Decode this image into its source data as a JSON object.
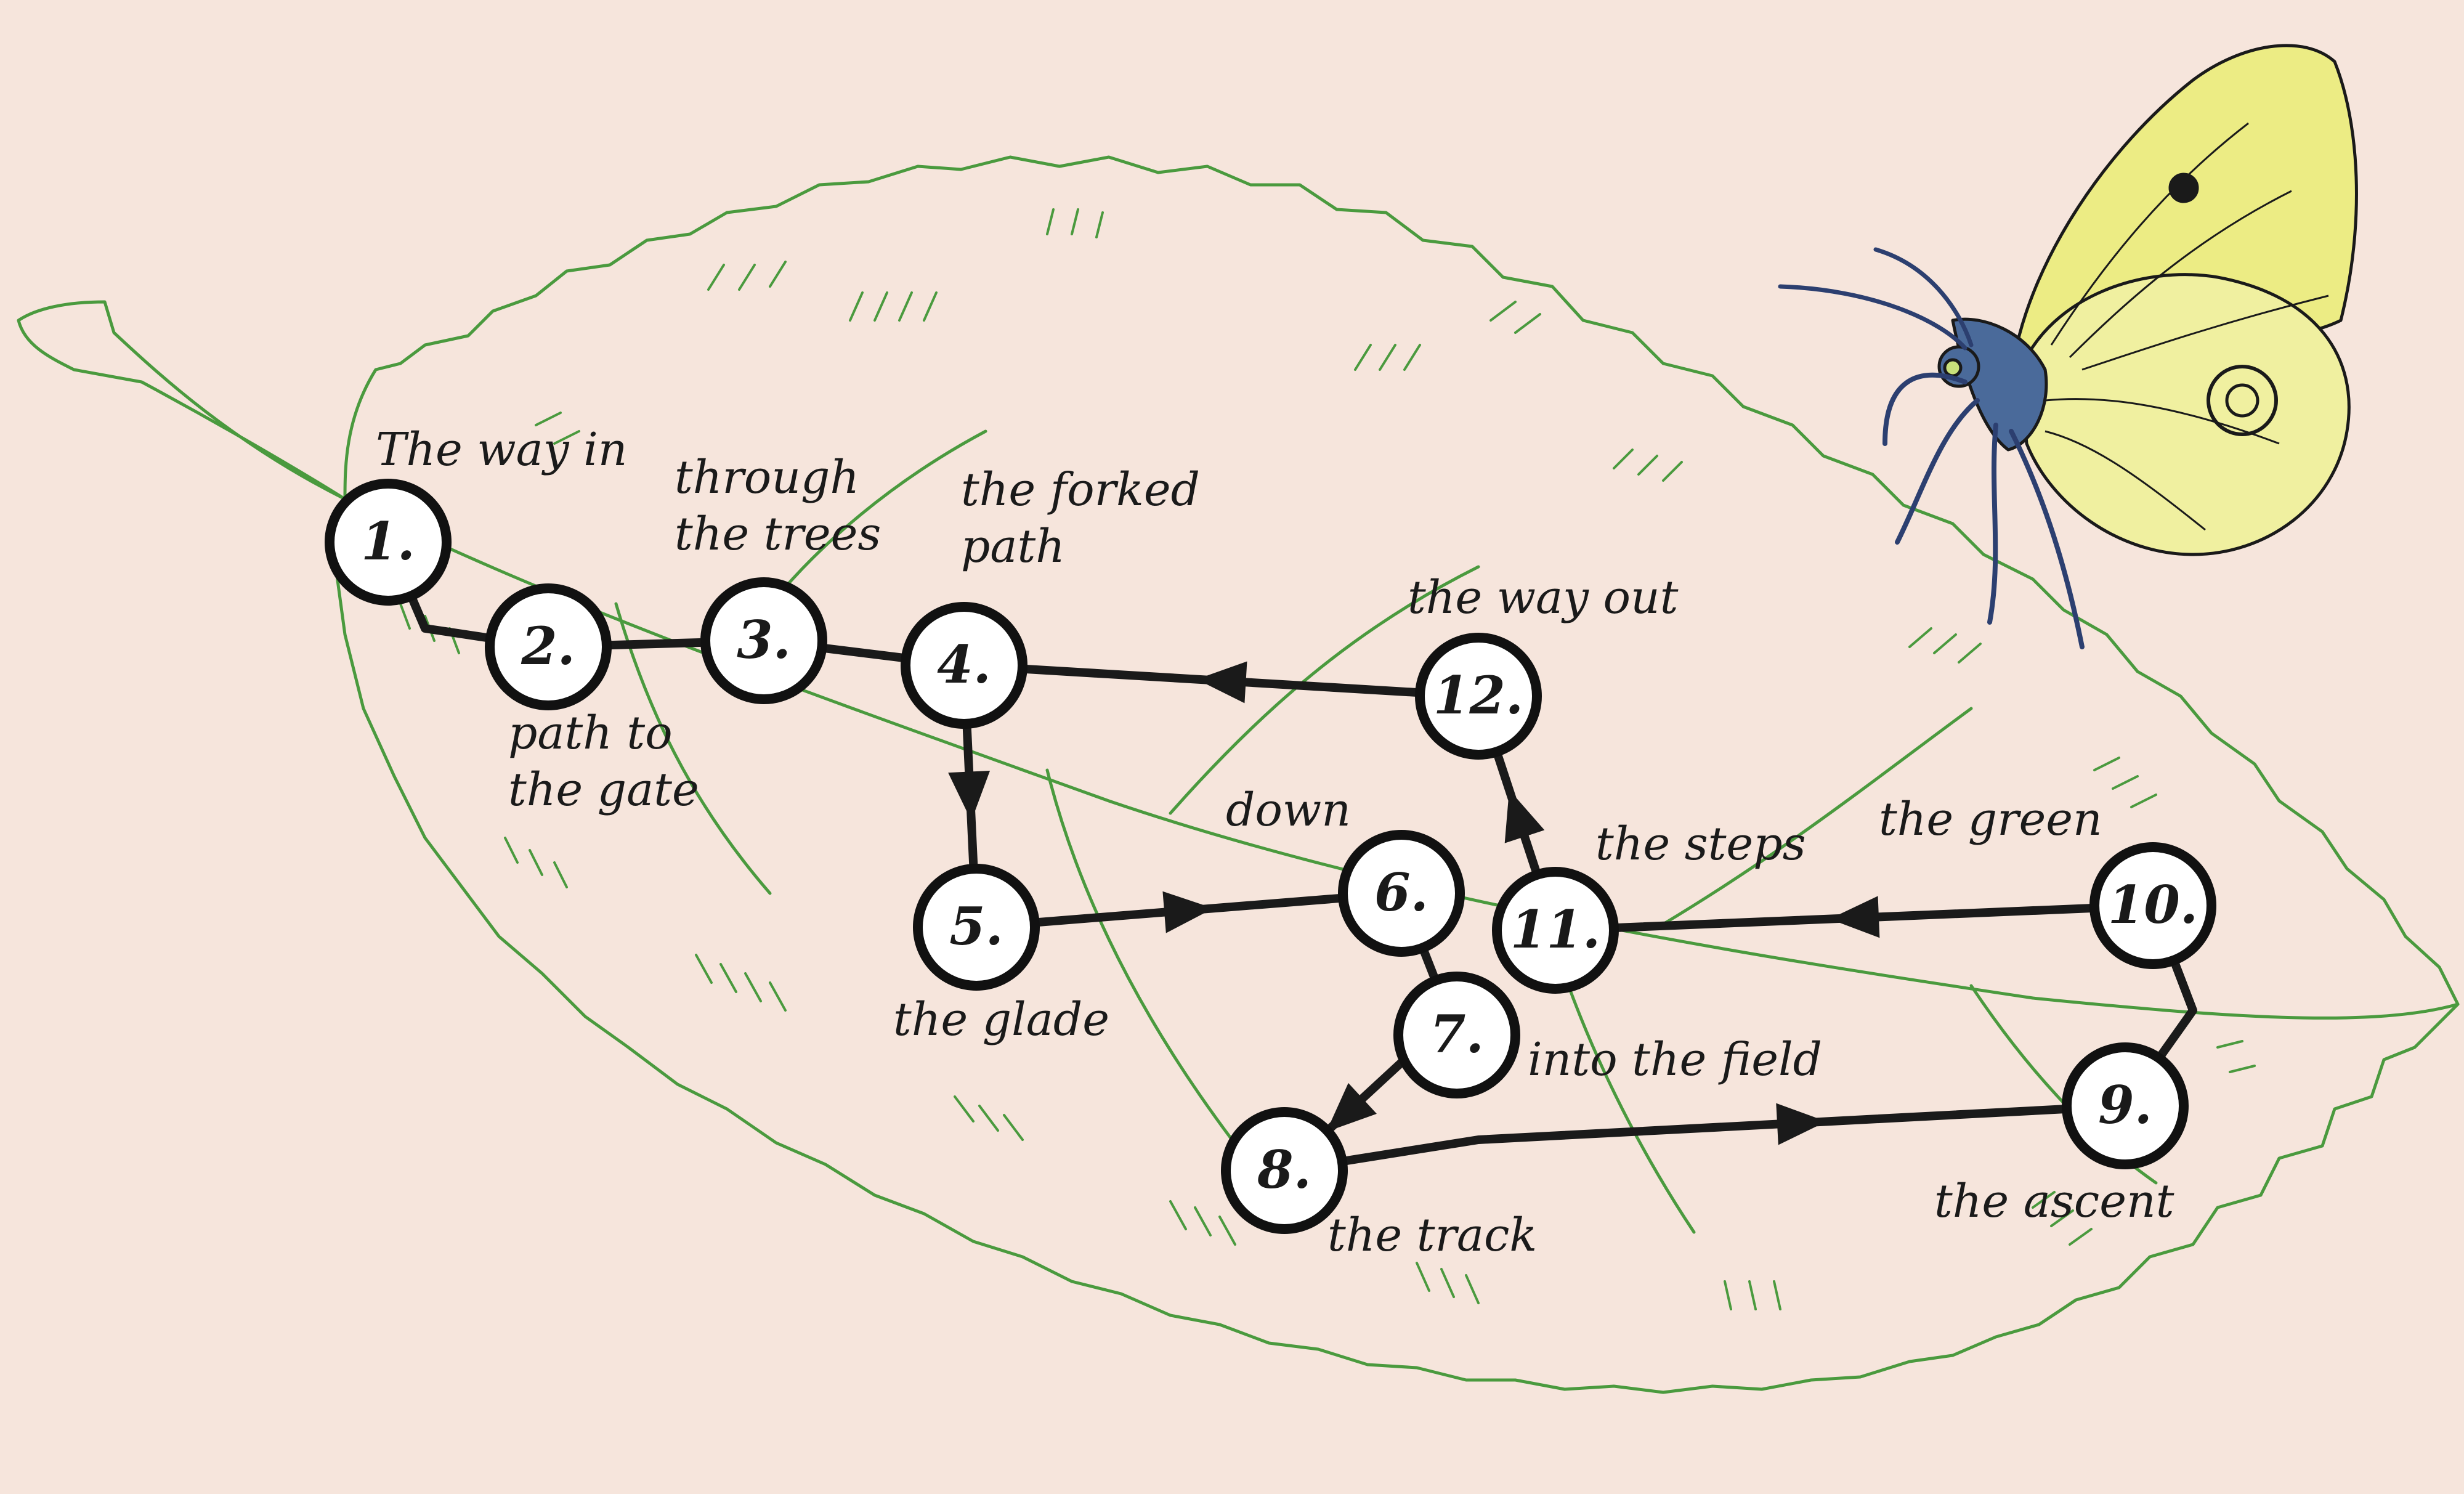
{
  "diagram": {
    "background_color": "#f6e5dc",
    "leaf_color": "#4a9a3e",
    "butterfly_color": "#ecec84",
    "nodes": [
      {
        "id": "1",
        "label": "1.",
        "caption": [
          "The way in"
        ]
      },
      {
        "id": "2",
        "label": "2.",
        "caption": [
          "path to",
          "the gate"
        ]
      },
      {
        "id": "3",
        "label": "3.",
        "caption": [
          "through",
          "the trees"
        ]
      },
      {
        "id": "4",
        "label": "4.",
        "caption": [
          "the forked",
          "path"
        ]
      },
      {
        "id": "5",
        "label": "5.",
        "caption": [
          "the glade"
        ]
      },
      {
        "id": "6",
        "label": "6.",
        "caption": [
          "down"
        ]
      },
      {
        "id": "7",
        "label": "7.",
        "caption": [
          "into the field"
        ]
      },
      {
        "id": "8",
        "label": "8.",
        "caption": [
          "the track"
        ]
      },
      {
        "id": "9",
        "label": "9.",
        "caption": [
          "the ascent"
        ]
      },
      {
        "id": "10",
        "label": "10.",
        "caption": [
          "the green"
        ]
      },
      {
        "id": "11",
        "label": "11.",
        "caption": [
          "the steps"
        ]
      },
      {
        "id": "12",
        "label": "12.",
        "caption": [
          "the way out"
        ]
      }
    ],
    "edges": [
      {
        "from": "1",
        "to": "2",
        "arrow": false
      },
      {
        "from": "2",
        "to": "3",
        "arrow": false
      },
      {
        "from": "3",
        "to": "4",
        "arrow": false
      },
      {
        "from": "4",
        "to": "5",
        "arrow": true
      },
      {
        "from": "5",
        "to": "6",
        "arrow": true
      },
      {
        "from": "6",
        "to": "7",
        "arrow": false
      },
      {
        "from": "7",
        "to": "8",
        "arrow": true
      },
      {
        "from": "8",
        "to": "9",
        "arrow": true
      },
      {
        "from": "9",
        "to": "10",
        "arrow": false
      },
      {
        "from": "10",
        "to": "11",
        "arrow": true
      },
      {
        "from": "11",
        "to": "12",
        "arrow": true
      },
      {
        "from": "12",
        "to": "4",
        "arrow": true
      }
    ]
  }
}
